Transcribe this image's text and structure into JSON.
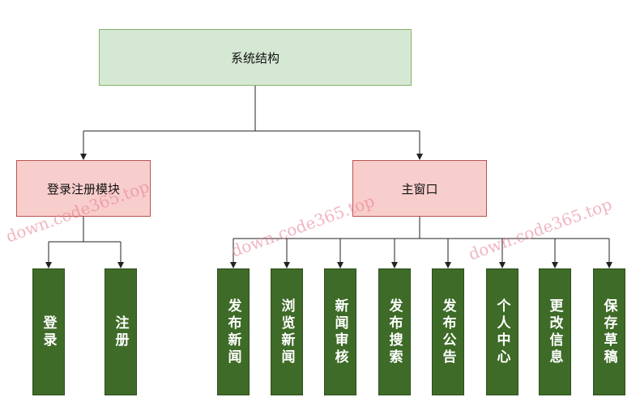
{
  "root": {
    "label": "系统结构"
  },
  "modules": [
    {
      "label": "登录注册模块",
      "children": [
        "登录",
        "注册"
      ]
    },
    {
      "label": "主窗口",
      "children": [
        "发布新闻",
        "浏览新闻",
        "新闻审核",
        "发布搜索",
        "发布公告",
        "个人中心",
        "更改信息",
        "保存草稿"
      ]
    }
  ],
  "watermarks": [
    "down.code365.top",
    "down.code365.top",
    "down.code365.top"
  ],
  "colors": {
    "root_fill": "#d5e8d4",
    "root_border": "#82b366",
    "module_fill": "#f8cecc",
    "module_border": "#b85450",
    "leaf_fill": "#3e6b27",
    "leaf_text": "#ffffff",
    "line": "#222222"
  }
}
